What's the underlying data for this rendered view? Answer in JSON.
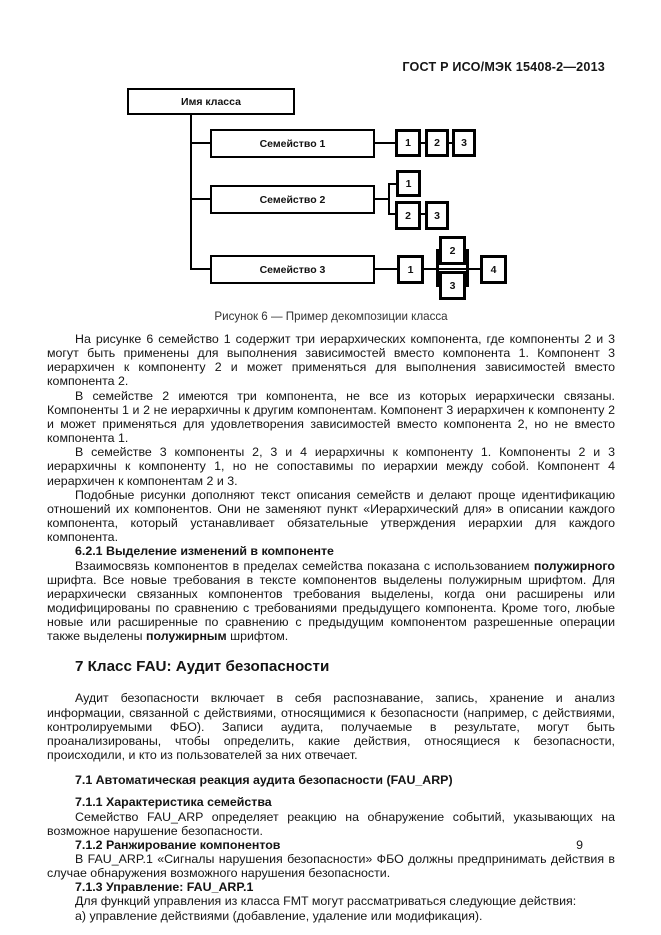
{
  "header": {
    "title": "ГОСТ Р ИСО/МЭК 15408-2—2013"
  },
  "figure": {
    "class_label": "Имя класса",
    "families": [
      {
        "label": "Семейство 1",
        "components": [
          "1",
          "2",
          "3"
        ]
      },
      {
        "label": "Семейство 2",
        "components": [
          "1",
          "2",
          "3"
        ]
      },
      {
        "label": "Семейство 3",
        "components": [
          "1",
          "2",
          "3",
          "4"
        ]
      }
    ],
    "caption": "Рисунок 6 — Пример декомпозиции класса"
  },
  "content": {
    "p1": "На рисунке 6 семейство 1 содержит три иерархических компонента, где компоненты 2 и 3 могут быть применены для выполнения зависимостей вместо компонента 1. Компонент 3 иерархичен к компоненту 2 и может применяться для выполнения зависимостей вместо компонента 2.",
    "p2": "В семействе 2 имеются три компонента, не все из которых иерархически связаны. Компоненты 1 и 2 не иерархичны к другим компонентам. Компонент 3 иерархичен к компоненту 2 и может применяться для удовлетворения зависимостей вместо компонента 2, но не вместо компонента 1.",
    "p3": "В семействе 3 компоненты 2, 3 и 4 иерархичны к компоненту 1. Компоненты 2 и 3 иерархичны к компоненту 1, но не сопоставимы по иерархии между собой. Компонент 4 иерархичен к компонентам 2 и 3.",
    "p4": "Подобные рисунки дополняют текст описания семейств и делают проще идентификацию отношений их компонентов. Они не заменяют пункт «Иерархический для» в описании каждого компонента, который устанавливает обязательные утверждения иерархии для каждого компонента.",
    "h621": "6.2.1 Выделение изменений в компоненте",
    "p5a": "Взаимосвязь компонентов в пределах семейства показана с использованием ",
    "p5_bold1": "полужирного",
    "p5b": " шрифта. Все новые требования в тексте компонентов выделены полужирным шрифтом. Для иерархически связанных компонентов требования выделены, когда они расширены или модифицированы по сравнению с требованиями предыдущего компонента. Кроме того, любые новые или расширенные по сравнению с предыдущим компонентом разрешенные операции также выделены ",
    "p5_bold2": "полужирным",
    "p5c": " шрифтом.",
    "h7": "7  Класс FAU: Аудит безопасности",
    "p6": "Аудит безопасности включает в себя распознавание, запись, хранение и анализ информации, связанной с действиями, относящимися к безопасности (например, с действиями, контролируемыми ФБО). Записи аудита, получаемые в результате, могут быть проанализированы, чтобы определить, какие действия, относящиеся к безопасности, происходили, и кто из пользователей за них отвечает.",
    "h71": "7.1  Автоматическая реакция аудита безопасности (FAU_ARP)",
    "h711": "7.1.1  Характеристика семейства",
    "p7": "Семейство FAU_ARP определяет реакцию на обнаружение событий, указывающих на возможное нарушение безопасности.",
    "h712": "7.1.2  Ранжирование компонентов",
    "p8": "В FAU_ARP.1 «Сигналы нарушения безопасности» ФБО должны предпринимать действия в случае обнаружения возможного нарушения безопасности.",
    "h713": "7.1.3  Управление: FAU_ARP.1",
    "p9": "Для функций управления из класса FMT могут рассматриваться следующие действия:",
    "p10": "а)  управление действиями (добавление, удаление или модификация)."
  },
  "footer": {
    "page_number": "9"
  }
}
